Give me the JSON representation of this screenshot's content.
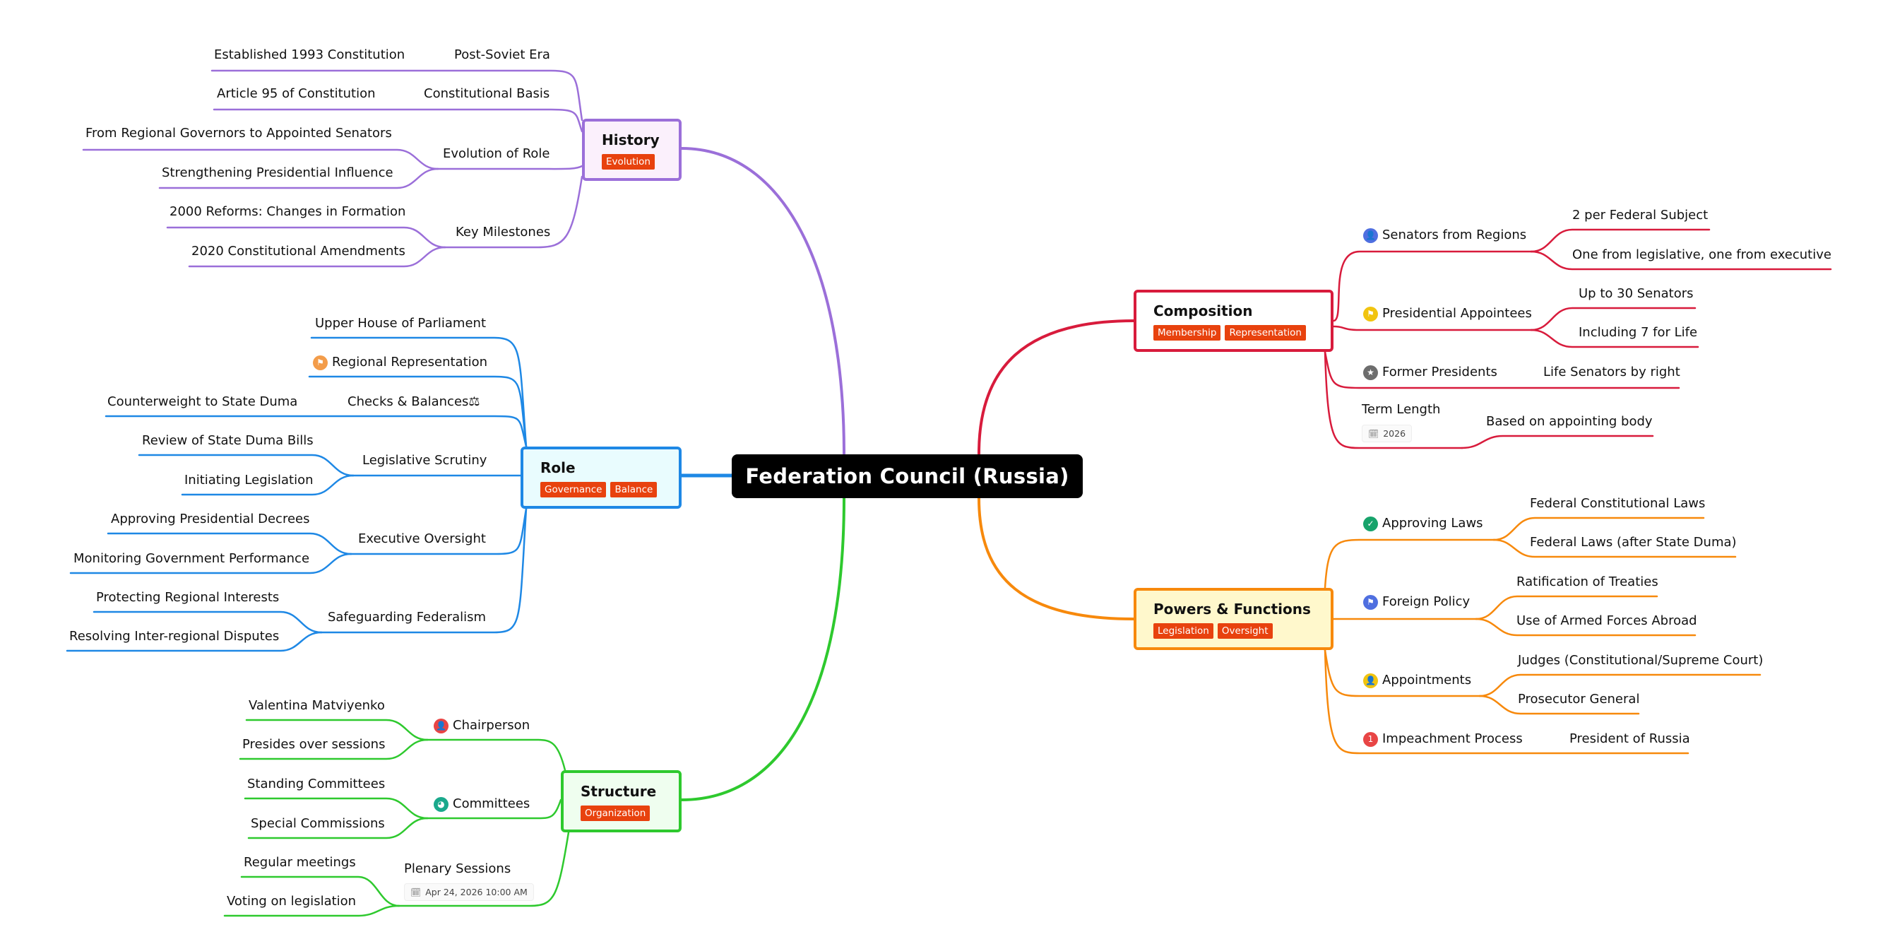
{
  "center": "Federation Council (Russia)",
  "branches": {
    "history": {
      "title": "History",
      "tags": [
        "Evolution"
      ],
      "color": "#9b6fd9",
      "subs": [
        {
          "label": "Post-Soviet Era",
          "leaves": [
            "Established 1993 Constitution"
          ]
        },
        {
          "label": "Constitutional Basis",
          "leaves": [
            "Article 95 of Constitution"
          ]
        },
        {
          "label": "Evolution of Role",
          "leaves": [
            "From Regional Governors to Appointed Senators",
            "Strengthening Presidential Influence"
          ]
        },
        {
          "label": "Key Milestones",
          "leaves": [
            "2000 Reforms: Changes in Formation",
            "2020 Constitutional Amendments"
          ]
        }
      ]
    },
    "role": {
      "title": "Role",
      "tags": [
        "Governance",
        "Balance"
      ],
      "color": "#1e88e5",
      "subs": [
        {
          "label": "Upper House of Parliament"
        },
        {
          "label": "Regional Representation",
          "icon": "flag-icon"
        },
        {
          "label": "Checks & Balances⚖",
          "leaves": [
            "Counterweight to State Duma"
          ]
        },
        {
          "label": "Legislative Scrutiny",
          "leaves": [
            "Review of State Duma Bills",
            "Initiating Legislation"
          ]
        },
        {
          "label": "Executive Oversight",
          "leaves": [
            "Approving Presidential Decrees",
            "Monitoring Government Performance"
          ]
        },
        {
          "label": "Safeguarding Federalism",
          "leaves": [
            "Protecting Regional Interests",
            "Resolving Inter-regional Disputes"
          ]
        }
      ]
    },
    "structure": {
      "title": "Structure",
      "tags": [
        "Organization"
      ],
      "color": "#2ec92e",
      "subs": [
        {
          "label": "Chairperson",
          "icon": "person-icon",
          "leaves": [
            "Valentina Matviyenko",
            "Presides over sessions"
          ]
        },
        {
          "label": "Committees",
          "icon": "pie-icon",
          "leaves": [
            "Standing Committees",
            "Special Commissions"
          ]
        },
        {
          "label": "Plenary Sessions",
          "date": "Apr 24, 2026 10:00 AM",
          "leaves": [
            "Regular meetings",
            "Voting on legislation"
          ]
        }
      ]
    },
    "composition": {
      "title": "Composition",
      "tags": [
        "Membership",
        "Representation"
      ],
      "color": "#d81b3c",
      "subs": [
        {
          "label": "Senators from Regions",
          "icon": "person-icon",
          "leaves": [
            "2 per Federal Subject",
            "One from legislative, one from executive"
          ]
        },
        {
          "label": "Presidential Appointees",
          "icon": "flag-icon",
          "leaves": [
            "Up to 30 Senators",
            "Including 7 for Life"
          ]
        },
        {
          "label": "Former Presidents",
          "icon": "star-icon",
          "leaves": [
            "Life Senators by right"
          ]
        },
        {
          "label": "Term Length",
          "date": "2026",
          "leaves": [
            "Based on appointing body"
          ]
        }
      ]
    },
    "powers": {
      "title": "Powers & Functions",
      "tags": [
        "Legislation",
        "Oversight"
      ],
      "color": "#f7890c",
      "subs": [
        {
          "label": "Approving Laws",
          "icon": "check-icon",
          "leaves": [
            "Federal Constitutional Laws",
            "Federal Laws (after State Duma)"
          ]
        },
        {
          "label": "Foreign Policy",
          "icon": "flag-icon",
          "leaves": [
            "Ratification of Treaties",
            "Use of Armed Forces Abroad"
          ]
        },
        {
          "label": "Appointments",
          "icon": "person-icon",
          "leaves": [
            "Judges (Constitutional/Supreme Court)",
            "Prosecutor General"
          ]
        },
        {
          "label": "Impeachment Process",
          "icon": "priority-1-icon",
          "leaves": [
            "President of Russia"
          ]
        }
      ]
    }
  },
  "icon_colors": {
    "person-blue": "#4f6fe0",
    "flag-yellow": "#f1c40f",
    "star-gray": "#6d6d6d",
    "check-green": "#17a36b",
    "flag-blue": "#4f6fe0",
    "person-yellow": "#f1c40f",
    "priority-red": "#e84545",
    "person-red": "#e84545",
    "pie-teal": "#1aa98c",
    "flag-orange": "#f39c4a"
  },
  "icon_glyphs": {
    "person": "👤",
    "flag": "⚑",
    "star": "★",
    "check": "✓",
    "priority-1": "1",
    "pie": "◕"
  }
}
